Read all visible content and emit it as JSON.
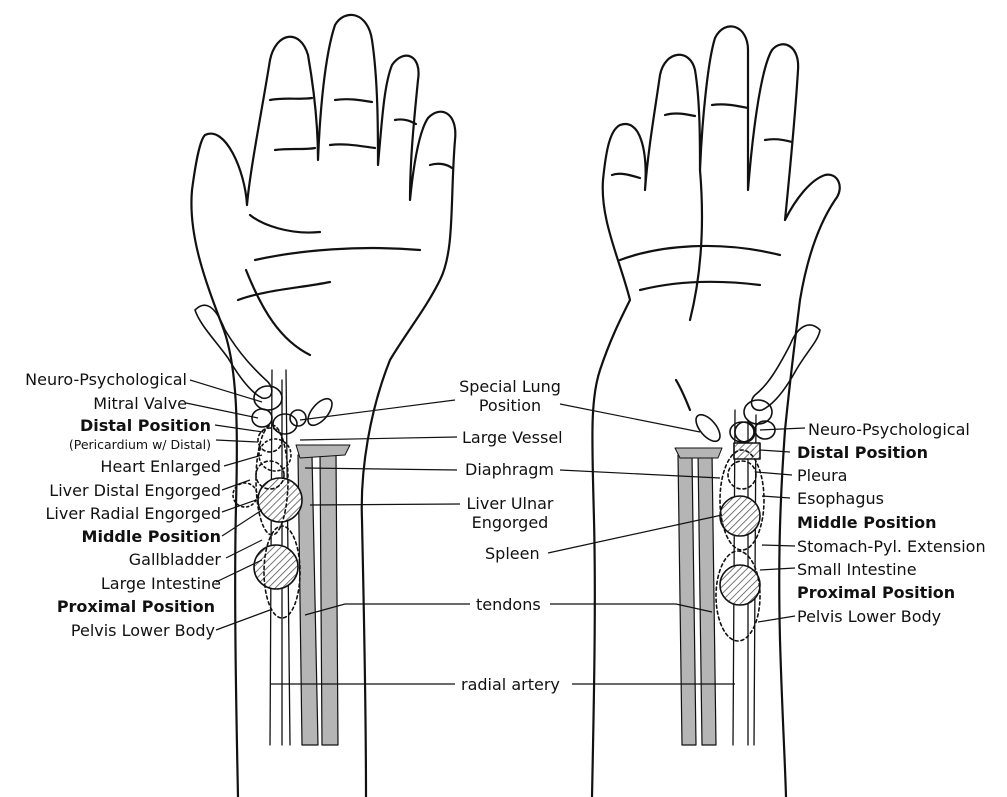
{
  "left_hand": {
    "labels": {
      "neuro": "Neuro-Psychological",
      "mitral": "Mitral Valve",
      "distal": "Distal Position",
      "distal_note": "(Pericardium w/ Distal)",
      "heart": "Heart Enlarged",
      "liver_distal": "Liver Distal Engorged",
      "liver_radial": "Liver Radial Engorged",
      "middle": "Middle Position",
      "gallbladder": "Gallbladder",
      "large_intestine": "Large Intestine",
      "proximal": "Proximal Position",
      "pelvis": "Pelvis Lower Body"
    }
  },
  "center": {
    "special_lung": "Special Lung",
    "position": "Position",
    "large_vessel": "Large Vessel",
    "diaphragm": "Diaphragm",
    "liver_ulnar": "Liver Ulnar",
    "engorged": "Engorged",
    "spleen": "Spleen",
    "tendons": "tendons",
    "radial_artery": "radial artery"
  },
  "right_hand": {
    "labels": {
      "neuro": "Neuro-Psychological",
      "distal": "Distal Position",
      "pleura": "Pleura",
      "esophagus": "Esophagus",
      "middle": "Middle Position",
      "stomach": "Stomach-Pyl. Extension",
      "small_intestine": "Small Intestine",
      "proximal": "Proximal Position",
      "pelvis": "Pelvis Lower Body"
    }
  },
  "colors": {
    "ink": "#111111",
    "tendon_fill": "#b5b5b5",
    "hatch": "#555555"
  }
}
